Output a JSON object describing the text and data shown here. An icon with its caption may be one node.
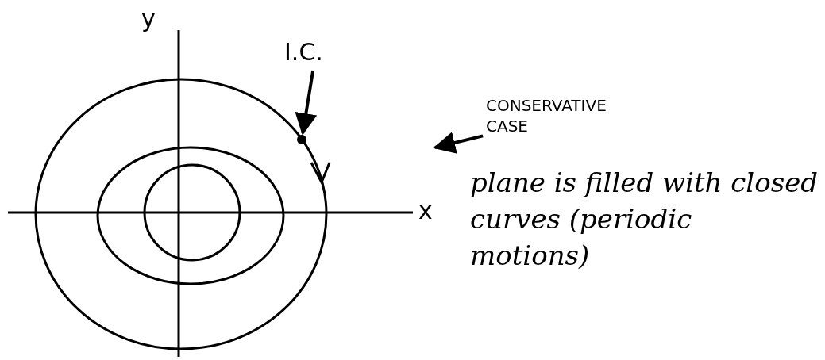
{
  "diagram": {
    "nodes": [
      {
        "text": [
          "I.C."
        ]
      },
      {
        "text": [],
        "shape": "circle"
      },
      {
        "text": [
          "CONSERVATIVE CASE"
        ]
      }
    ],
    "edges": [
      {
        "from": 0,
        "to": 1,
        "arrow": "to"
      },
      {
        "from": 2,
        "to": null,
        "arrow": "to"
      }
    ],
    "labels": [
      "y",
      "x",
      "plane is filled with closed curves (periodic motions)"
    ]
  }
}
